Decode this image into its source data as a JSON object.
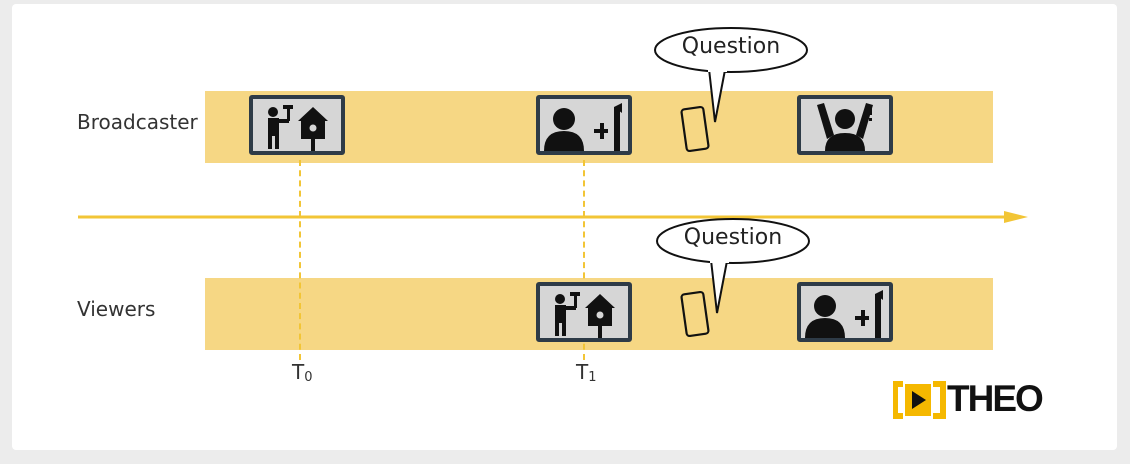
{
  "rows": {
    "broadcaster_label": "Broadcaster",
    "viewers_label": "Viewers"
  },
  "bubbles": {
    "broadcaster_text": "Question",
    "viewers_text": "Question"
  },
  "markers": [
    {
      "letter": "T",
      "sub": "0"
    },
    {
      "letter": "T",
      "sub": "1"
    }
  ],
  "frames": {
    "broadcaster": [
      "hammer-birdhouse-scene-icon",
      "presenter-hammer-scene-icon",
      "raised-hand-question-icon"
    ],
    "viewers": [
      "hammer-birdhouse-scene-icon",
      "presenter-hammer-scene-icon"
    ]
  },
  "logo": {
    "text": "THEO"
  },
  "colors": {
    "band": "#f6d784",
    "timeline": "#f2c536",
    "frame_border": "#2e3b47",
    "frame_fill": "#d6d6d6",
    "logo_accent": "#f5b800"
  }
}
